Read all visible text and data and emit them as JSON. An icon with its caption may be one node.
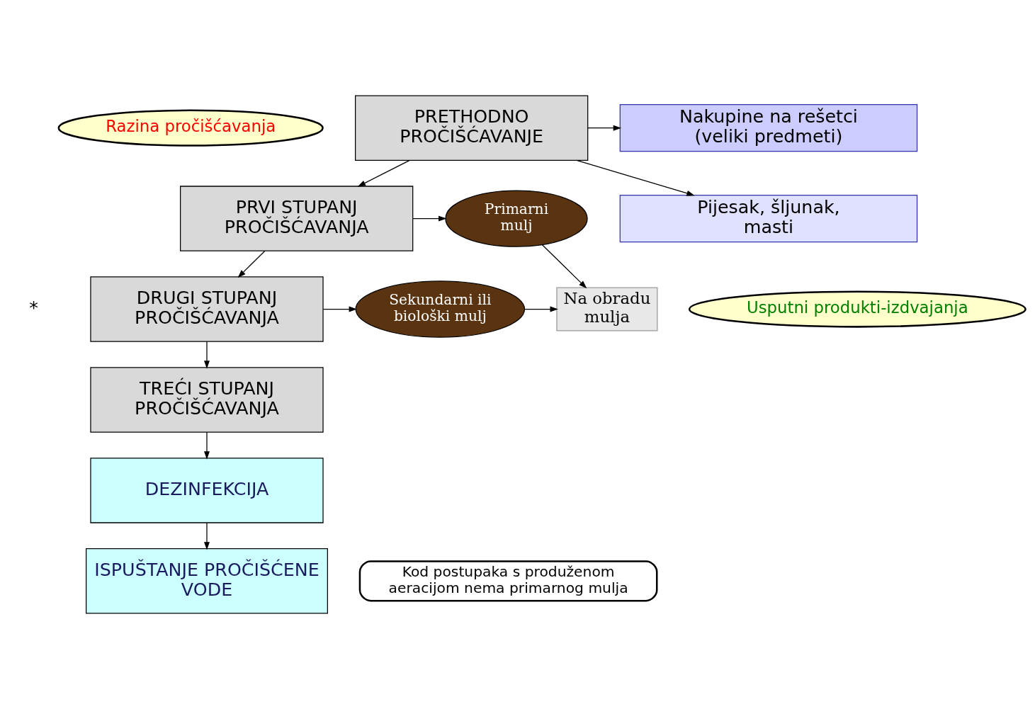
{
  "diagram": {
    "nodes": [
      {
        "text": [
          "PRETHODNO PROČIŠĆAVANJE"
        ]
      },
      {
        "text": [
          "PRVI STUPANJ PROČIŠĆAVANJA"
        ]
      },
      {
        "text": [
          "DRUGI STUPANJ PROČIŠĆAVANJA"
        ]
      },
      {
        "text": [
          "TREĆI STUPANJ PROČIŠĆAVANJA"
        ]
      },
      {
        "text": [
          "DEZINFEKCIJA"
        ]
      },
      {
        "text": [
          "ISPUŠTANJE PROČIŠĆENE VODE"
        ]
      },
      {
        "text": [
          "Nakupine na rešetci (veliki predmeti)"
        ]
      },
      {
        "text": [
          "Pijesak, šljunak, masti"
        ]
      },
      {
        "text": [
          "Primarni mulj"
        ]
      },
      {
        "text": [
          "Sekundarni ili biološki mulj"
        ]
      },
      {
        "text": [
          "Na obradu mulja"
        ]
      },
      {
        "text": [
          "Razina pročišćavanja"
        ]
      },
      {
        "text": [
          "Usputni produkti-izdvajanja"
        ]
      },
      {
        "text": [
          "Kod postupaka s produženom aeracijom nema primarnog mulja"
        ]
      }
    ],
    "edges": [
      {
        "from": 0,
        "to": 1,
        "arrow": "to"
      },
      {
        "from": 1,
        "to": 2,
        "arrow": "to"
      },
      {
        "from": 2,
        "to": 3,
        "arrow": "to"
      },
      {
        "from": 3,
        "to": 4,
        "arrow": "to"
      },
      {
        "from": 4,
        "to": 5,
        "arrow": "to"
      },
      {
        "from": 0,
        "to": 6,
        "arrow": "to"
      },
      {
        "from": 0,
        "to": 7,
        "arrow": "to"
      },
      {
        "from": 1,
        "to": 8,
        "arrow": "to"
      },
      {
        "from": 2,
        "to": 9,
        "arrow": "to"
      },
      {
        "from": 8,
        "to": 10,
        "arrow": "to"
      },
      {
        "from": 9,
        "to": 10,
        "arrow": "to"
      }
    ],
    "labels": [
      "*"
    ]
  }
}
